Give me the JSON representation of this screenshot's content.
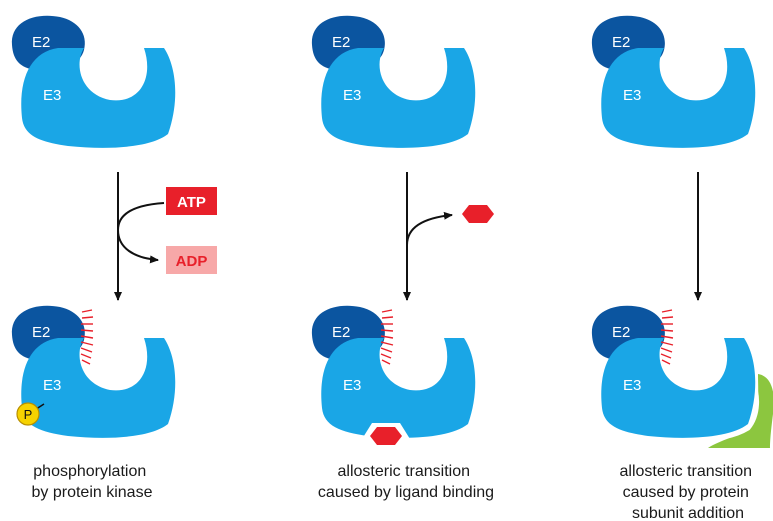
{
  "colors": {
    "e2": "#0b55a0",
    "e3": "#1aa6e6",
    "atp_box": "#e8202a",
    "adp_box": "#f7a8a8",
    "adp_text": "#e8202a",
    "ligand": "#e8202a",
    "phosphate": "#f6d200",
    "subunit": "#8cc63f",
    "arrow": "#111111",
    "binding_ticks": "#e8202a"
  },
  "proteins": {
    "e2_label": "E2",
    "e3_label": "E3"
  },
  "panels": [
    {
      "id": "phosphorylation",
      "caption_lines": [
        "phosphorylation",
        "by protein kinase"
      ],
      "input_label": "ATP",
      "output_label": "ADP",
      "modifier_label": "P"
    },
    {
      "id": "ligand",
      "caption_lines": [
        "allosteric transition",
        "caused by ligand binding"
      ]
    },
    {
      "id": "subunit",
      "caption_lines": [
        "allosteric transition",
        "caused by protein",
        "subunit addition"
      ]
    }
  ]
}
